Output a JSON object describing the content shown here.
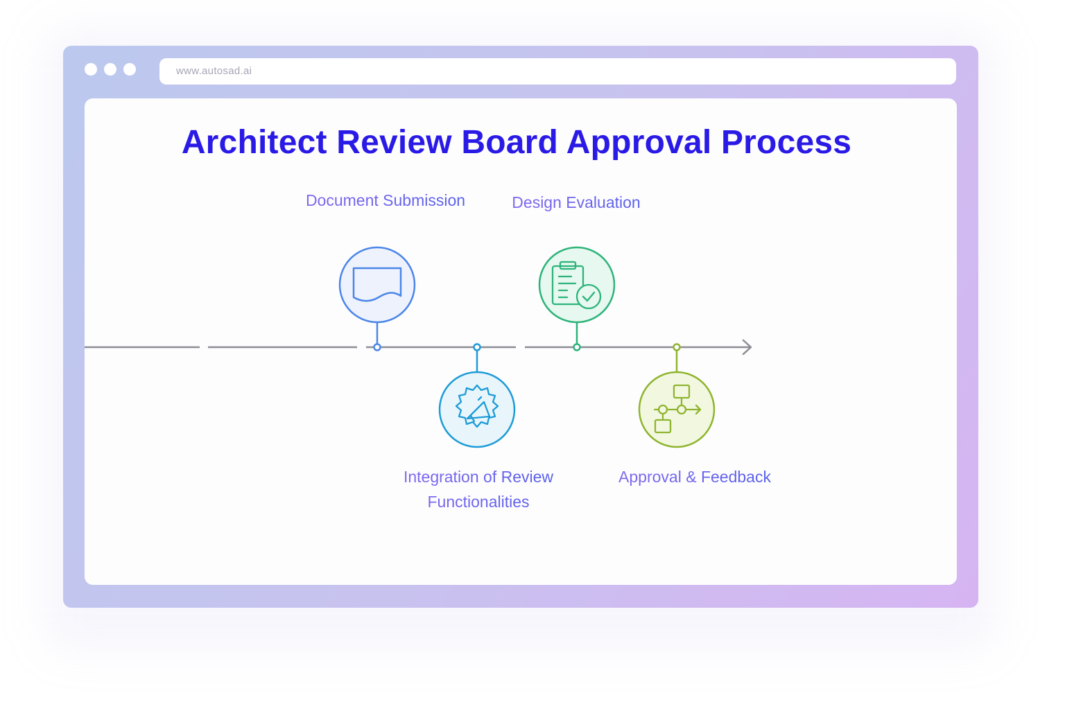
{
  "browser": {
    "url": "www.autosad.ai"
  },
  "diagram": {
    "title": "Architect Review Board Approval Process",
    "steps": [
      {
        "label": "Document Submission",
        "icon": "document-icon",
        "color": "#4a86e8",
        "fill": "#eef2fc"
      },
      {
        "label": "Integration of Review Functionalities",
        "label_lines": [
          "Integration of Review",
          "Functionalities"
        ],
        "icon": "gear-megaphone-icon",
        "color": "#1e9bd7",
        "fill": "#e8f6fc"
      },
      {
        "label": "Design Evaluation",
        "icon": "clipboard-check-icon",
        "color": "#2db37a",
        "fill": "#e6f8ef"
      },
      {
        "label": "Approval & Feedback",
        "icon": "workflow-icon",
        "color": "#8fb42e",
        "fill": "#f2f8e0"
      }
    ],
    "colors": {
      "title": "#2a1ae6",
      "timeline": "#8c8c94"
    }
  }
}
